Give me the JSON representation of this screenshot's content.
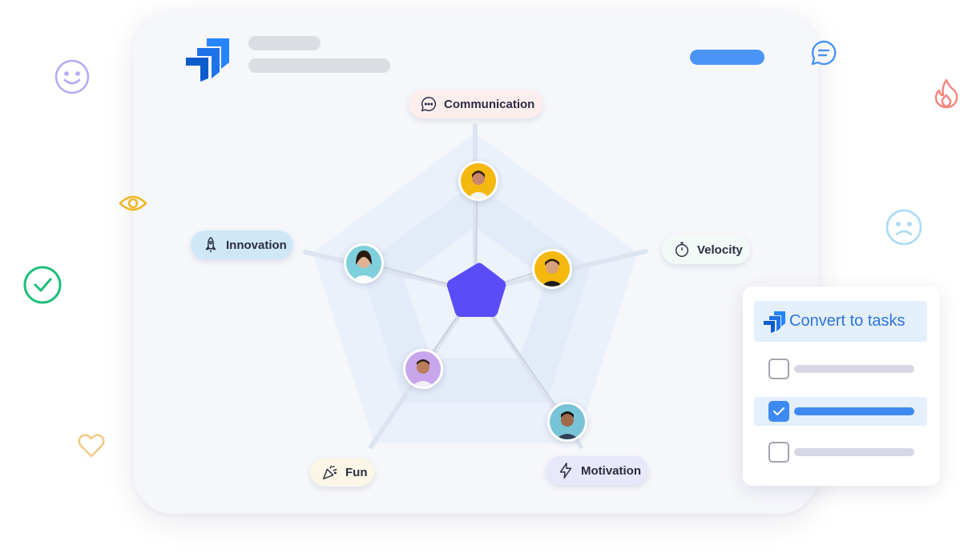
{
  "axes": [
    {
      "key": "communication",
      "label": "Communication",
      "bg": "#fdeeee",
      "icon": "chat-icon"
    },
    {
      "key": "velocity",
      "label": "Velocity",
      "bg": "#f2faf8",
      "icon": "stopwatch-icon"
    },
    {
      "key": "motivation",
      "label": "Motivation",
      "bg": "#e9e7fb",
      "icon": "lightning-icon"
    },
    {
      "key": "fun",
      "label": "Fun",
      "bg": "#fbf6e6",
      "icon": "party-popper-icon"
    },
    {
      "key": "innovation",
      "label": "Innovation",
      "bg": "#cfe8f8",
      "icon": "rocket-icon"
    }
  ],
  "tasks_panel": {
    "title": "Convert to tasks",
    "items": [
      {
        "checked": false
      },
      {
        "checked": true
      },
      {
        "checked": false
      }
    ]
  },
  "colors": {
    "accent_blue": "#4a94f5",
    "center_shape": "#5a4df8",
    "radar_fill": "#e9f0fb",
    "jira_blue": "#2684ff"
  },
  "floating_icons": [
    "smiley-icon",
    "eye-icon",
    "check-circle-icon",
    "heart-icon",
    "chat-icon",
    "fire-icon",
    "sad-face-icon"
  ],
  "avatars": [
    "member-1",
    "member-2",
    "member-3",
    "member-4",
    "member-5"
  ]
}
